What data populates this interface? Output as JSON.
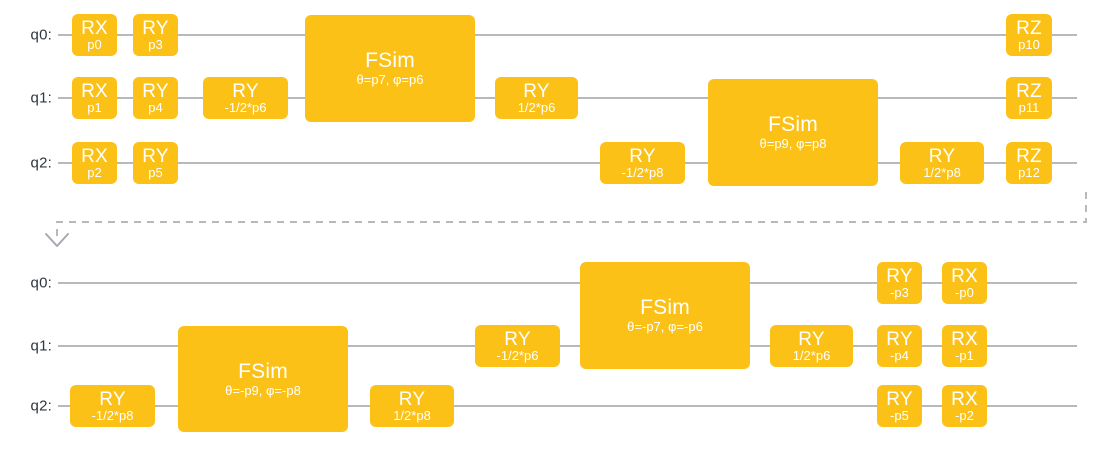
{
  "theme": {
    "gate_fill": "#fbc117",
    "gate_text": "#ffffff",
    "wire_color": "#b9b9bd",
    "label_color": "#2f3640",
    "arrow_color": "#b0b0b8",
    "background": "#ffffff"
  },
  "circuits": [
    {
      "id": "top-circuit",
      "name": "original-circuit",
      "qubits": [
        {
          "label": "q0:"
        },
        {
          "label": "q1:"
        },
        {
          "label": "q2:"
        }
      ],
      "gates": [
        {
          "name": "RX",
          "sub": "p0",
          "qubits": [
            0
          ],
          "col": 0
        },
        {
          "name": "RX",
          "sub": "p1",
          "qubits": [
            1
          ],
          "col": 0
        },
        {
          "name": "RX",
          "sub": "p2",
          "qubits": [
            2
          ],
          "col": 0
        },
        {
          "name": "RY",
          "sub": "p3",
          "qubits": [
            0
          ],
          "col": 1
        },
        {
          "name": "RY",
          "sub": "p4",
          "qubits": [
            1
          ],
          "col": 1
        },
        {
          "name": "RY",
          "sub": "p5",
          "qubits": [
            2
          ],
          "col": 1
        },
        {
          "name": "RY",
          "sub": "-1/2*p6",
          "qubits": [
            1
          ],
          "col": 2
        },
        {
          "name": "FSim",
          "sub": "θ=p7, φ=p6",
          "qubits": [
            0,
            1
          ],
          "col": 3
        },
        {
          "name": "RY",
          "sub": "1/2*p6",
          "qubits": [
            1
          ],
          "col": 4
        },
        {
          "name": "RY",
          "sub": "-1/2*p8",
          "qubits": [
            2
          ],
          "col": 5
        },
        {
          "name": "FSim",
          "sub": "θ=p9, φ=p8",
          "qubits": [
            1,
            2
          ],
          "col": 6
        },
        {
          "name": "RY",
          "sub": "1/2*p8",
          "qubits": [
            2
          ],
          "col": 7
        },
        {
          "name": "RZ",
          "sub": "p10",
          "qubits": [
            0
          ],
          "col": 8
        },
        {
          "name": "RZ",
          "sub": "p11",
          "qubits": [
            1
          ],
          "col": 8
        },
        {
          "name": "RZ",
          "sub": "p12",
          "qubits": [
            2
          ],
          "col": 8
        }
      ]
    },
    {
      "id": "bottom-circuit",
      "name": "inverted-circuit",
      "qubits": [
        {
          "label": "q0:"
        },
        {
          "label": "q1:"
        },
        {
          "label": "q2:"
        }
      ],
      "gates": [
        {
          "name": "RY",
          "sub": "-1/2*p8",
          "qubits": [
            2
          ],
          "col": 0
        },
        {
          "name": "FSim",
          "sub": "θ=-p9, φ=-p8",
          "qubits": [
            1,
            2
          ],
          "col": 1
        },
        {
          "name": "RY",
          "sub": "1/2*p8",
          "qubits": [
            2
          ],
          "col": 2
        },
        {
          "name": "RY",
          "sub": "-1/2*p6",
          "qubits": [
            1
          ],
          "col": 3
        },
        {
          "name": "FSim",
          "sub": "θ=-p7, φ=-p6",
          "qubits": [
            0,
            1
          ],
          "col": 4
        },
        {
          "name": "RY",
          "sub": "1/2*p6",
          "qubits": [
            1
          ],
          "col": 5
        },
        {
          "name": "RY",
          "sub": "-p3",
          "qubits": [
            0
          ],
          "col": 6
        },
        {
          "name": "RY",
          "sub": "-p4",
          "qubits": [
            1
          ],
          "col": 6
        },
        {
          "name": "RY",
          "sub": "-p5",
          "qubits": [
            2
          ],
          "col": 6
        },
        {
          "name": "RX",
          "sub": "-p0",
          "qubits": [
            0
          ],
          "col": 7
        },
        {
          "name": "RX",
          "sub": "-p1",
          "qubits": [
            1
          ],
          "col": 7
        },
        {
          "name": "RX",
          "sub": "-p2",
          "qubits": [
            2
          ],
          "col": 7
        }
      ]
    }
  ],
  "connector": {
    "type": "dashed-arrow",
    "direction": "down"
  }
}
